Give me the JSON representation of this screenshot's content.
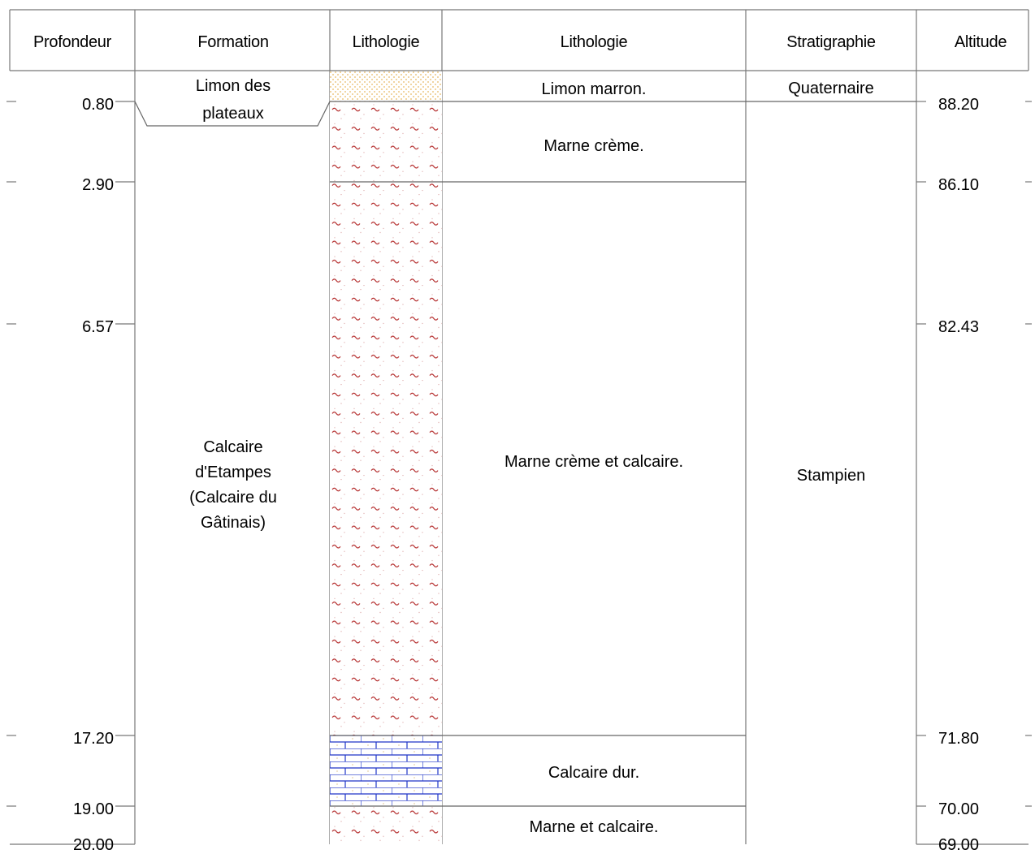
{
  "headers": {
    "profondeur": "Profondeur",
    "formation": "Formation",
    "lithologie_pattern": "Lithologie",
    "lithologie_desc": "Lithologie",
    "stratigraphie": "Stratigraphie",
    "altitude": "Altitude"
  },
  "depths": [
    "0.80",
    "2.90",
    "6.57",
    "17.20",
    "19.00",
    "20.00"
  ],
  "altitudes": [
    "88.20",
    "86.10",
    "82.43",
    "71.80",
    "70.00",
    "69.00"
  ],
  "formations": {
    "limon_line1": "Limon des",
    "limon_line2": "plateaux",
    "calcaire_line1": "Calcaire",
    "calcaire_line2": "d'Etampes",
    "calcaire_line3": "(Calcaire du",
    "calcaire_line4": "Gâtinais)"
  },
  "lithology_layers": [
    {
      "top": 0.0,
      "bottom": 0.8,
      "pattern": "limon",
      "description": "Limon marron."
    },
    {
      "top": 0.8,
      "bottom": 2.9,
      "pattern": "marne",
      "description": "Marne crème."
    },
    {
      "top": 2.9,
      "bottom": 17.2,
      "pattern": "marne",
      "description": "Marne crème et calcaire."
    },
    {
      "top": 17.2,
      "bottom": 19.0,
      "pattern": "calcaire",
      "description": "Calcaire dur."
    },
    {
      "top": 19.0,
      "bottom": 20.0,
      "pattern": "marne",
      "description": "Marne et calcaire."
    }
  ],
  "stratigraphy": {
    "quaternaire": "Quaternaire",
    "stampien": "Stampien"
  },
  "colors": {
    "limon_dots": "#e8b860",
    "marne_wave": "#b02020",
    "calcaire_brick": "#1f35c8",
    "lines": "#777777"
  }
}
